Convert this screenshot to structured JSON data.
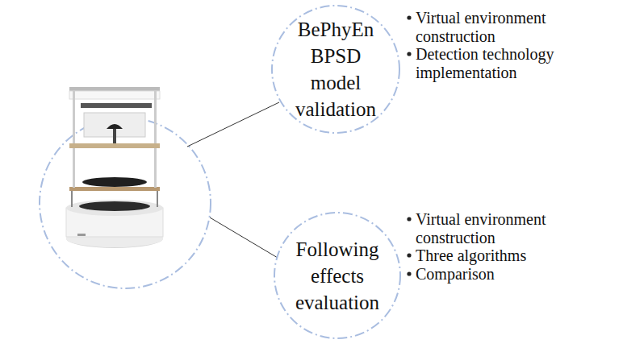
{
  "diagram": {
    "nodes": [
      {
        "text": [
          "BePhyEn BPSD model validation"
        ]
      },
      {
        "text": [
          "Following effects evaluation"
        ]
      }
    ],
    "labels": [
      "Virtual environment construction",
      "Detection technology implementation",
      "Virtual environment construction",
      "Three algorithms",
      "Comparison"
    ]
  }
}
